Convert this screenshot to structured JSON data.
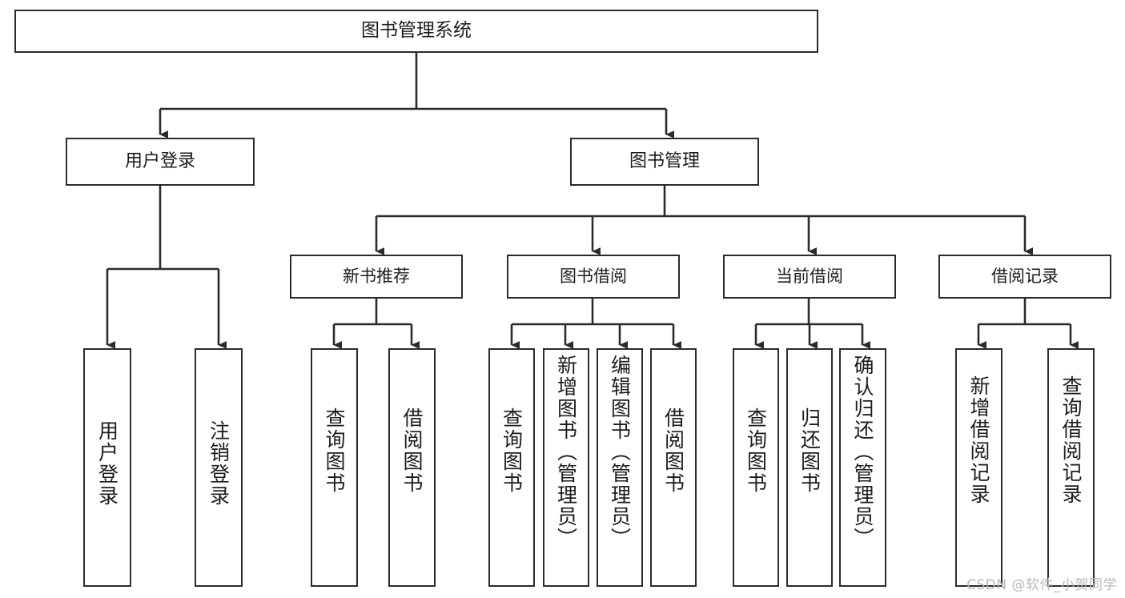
{
  "diagram": {
    "title": "图书管理系统",
    "type": "function-structure-tree",
    "colors": {
      "box_border": "#2b2b2b",
      "box_fill": "#ffffff",
      "line": "#2b2b2b",
      "text": "#1c1c1c",
      "watermark": "#b9b9b9"
    },
    "root": {
      "label": "图书管理系统"
    },
    "level1": [
      {
        "label": "用户登录"
      },
      {
        "label": "图书管理"
      }
    ],
    "level2": [
      {
        "label": "新书推荐"
      },
      {
        "label": "图书借阅"
      },
      {
        "label": "当前借阅"
      },
      {
        "label": "借阅记录"
      }
    ],
    "leaves": {
      "user_login": [
        {
          "label": "用户登录"
        },
        {
          "label": "注销登录"
        }
      ],
      "new_book_recommend": [
        {
          "label": "查询图书"
        },
        {
          "label": "借阅图书"
        }
      ],
      "book_borrow": [
        {
          "label": "查询图书"
        },
        {
          "label": "新增图书（管理员）"
        },
        {
          "label": "编辑图书（管理员）"
        },
        {
          "label": "借阅图书"
        }
      ],
      "current_borrow": [
        {
          "label": "查询图书"
        },
        {
          "label": "归还图书"
        },
        {
          "label": "确认归还（管理员）"
        }
      ],
      "borrow_record": [
        {
          "label": "新增借阅记录"
        },
        {
          "label": "查询借阅记录"
        }
      ]
    }
  },
  "watermark": {
    "text": "CSDN @软件_小贺同学"
  }
}
